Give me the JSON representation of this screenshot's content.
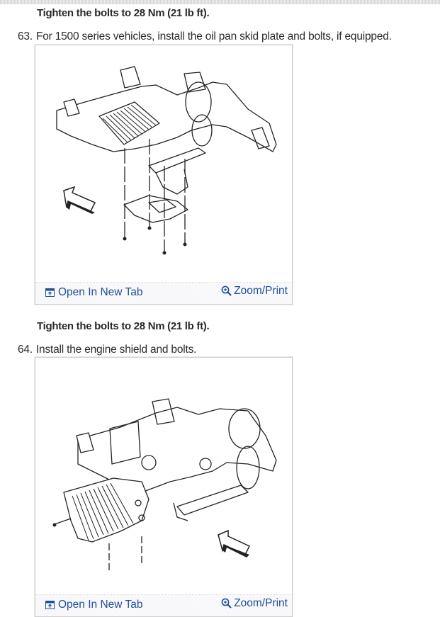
{
  "steps": [
    {
      "preceding_note": "Tighten the bolts to 28 Nm (21 lb ft).",
      "number": "63.",
      "text": "For 1500 series vehicles, install the oil pan skid plate and bolts, if equipped.",
      "figure": {
        "alt": "Frame crossmember with oil pan skid plate and four bolts, arrow pointing forward",
        "open_link": "Open In New Tab",
        "zoom_link": "Zoom/Print"
      }
    },
    {
      "preceding_note": "Tighten the bolts to 28 Nm (21 lb ft).",
      "number": "64.",
      "text": "Install the engine shield and bolts.",
      "figure": {
        "alt": "Frame with engine shield installed underneath, bolts and arrow",
        "open_link": "Open In New Tab",
        "zoom_link": "Zoom/Print"
      }
    }
  ],
  "colors": {
    "link": "#1e4f9c",
    "text": "#2a2a2a",
    "frame_border": "#cfcfcf"
  },
  "icons": {
    "open_link_icon": "open-new-tab-icon",
    "zoom_link_icon": "magnifier-plus-icon"
  }
}
